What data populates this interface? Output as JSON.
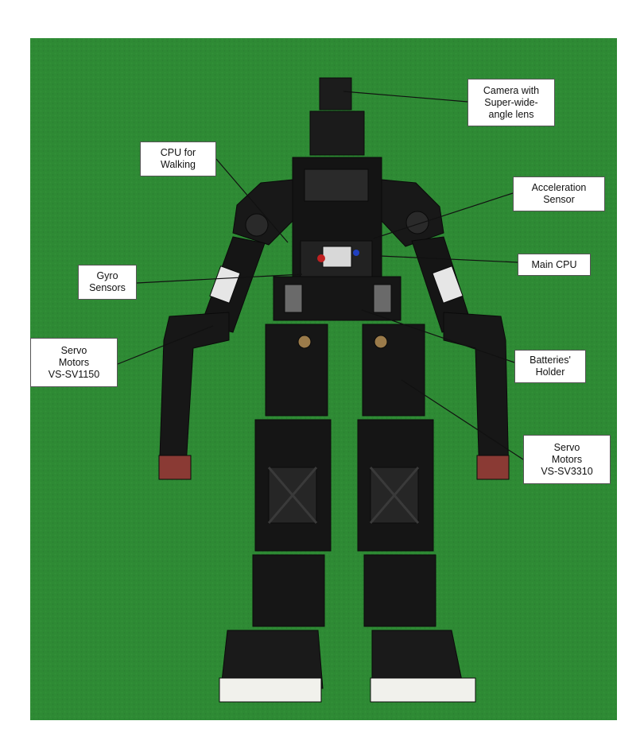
{
  "colors": {
    "carpet": "#2f8a35",
    "robot_frame": "#161616",
    "leader_line": "#111111"
  },
  "labels": {
    "camera": [
      "Camera with",
      "Super-wide-",
      "angle lens"
    ],
    "cpu_walking": [
      "CPU for",
      "Walking"
    ],
    "acceleration": [
      "Acceleration",
      "Sensor"
    ],
    "main_cpu": [
      "Main CPU"
    ],
    "gyro": [
      "Gyro",
      "Sensors"
    ],
    "servo_arm": [
      "Servo",
      "Motors",
      "VS-SV1150"
    ],
    "batteries": [
      "Batteries'",
      "Holder"
    ],
    "servo_leg": [
      "Servo",
      "Motors",
      "VS-SV3310"
    ]
  }
}
